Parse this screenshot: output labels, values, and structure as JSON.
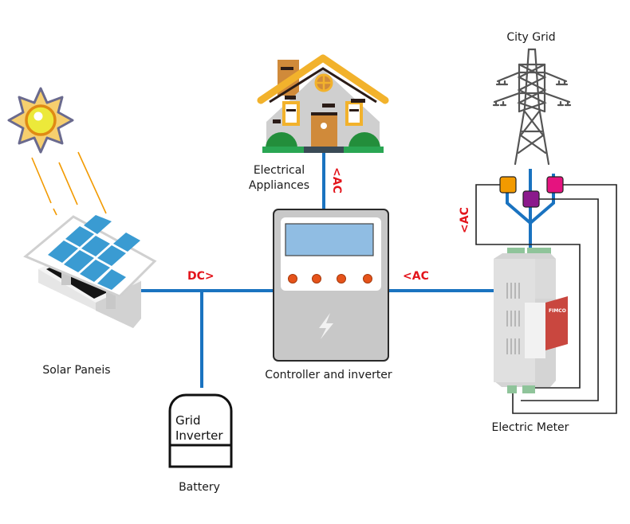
{
  "title": "Solar power system wiring diagram",
  "colors": {
    "wire": "#1a73c0",
    "flow_label": "#e3141b",
    "signal_wire": "#222222",
    "ct_orange": "#f29a00",
    "ct_purple": "#8b1a8c",
    "ct_pink": "#e5137f",
    "meter_brand": "#c9473f"
  },
  "labels": {
    "city_grid": "City Grid",
    "electrical_appliances_line1": "Electrical",
    "electrical_appliances_line2": "Appliances",
    "solar_panels": "Solar Paneis",
    "controller": "Controller and inverter",
    "battery": "Battery",
    "electric_meter": "Electric Meter",
    "grid_inverter_line1": "Grid",
    "grid_inverter_line2": "Inverter",
    "meter_brand": "FIMCO"
  },
  "flow_labels": {
    "dc_solar": "DC>",
    "ac_house": "<AC",
    "ac_meter": "<AC",
    "ac_grid": "<AC"
  },
  "nodes": [
    {
      "id": "sun",
      "icon": "sun-icon"
    },
    {
      "id": "solar-panel",
      "icon": "solar-panel-icon"
    },
    {
      "id": "house",
      "icon": "house-icon"
    },
    {
      "id": "controller",
      "icon": "controller-inverter-icon"
    },
    {
      "id": "battery",
      "icon": "battery-icon"
    },
    {
      "id": "grid-tower",
      "icon": "power-tower-icon"
    },
    {
      "id": "meter",
      "icon": "electric-meter-icon"
    }
  ]
}
